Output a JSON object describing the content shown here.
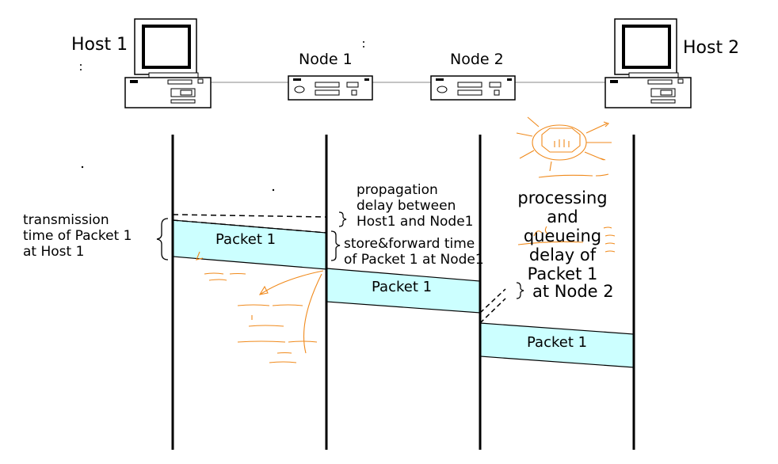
{
  "hosts": {
    "host1": "Host 1",
    "host2": "Host 2"
  },
  "nodes": {
    "node1": "Node 1",
    "node2": "Node 2"
  },
  "packets": {
    "p1": "Packet 1",
    "p2": "Packet 1",
    "p3": "Packet 1"
  },
  "annotations": {
    "transmission": [
      "transmission",
      "time of Packet 1",
      "at Host 1"
    ],
    "propagation": [
      "propagation",
      "delay between",
      "Host1 and Node1"
    ],
    "store_forward": [
      "store&forward time",
      "of Packet 1 at Node1"
    ],
    "processing": [
      "processing",
      "and",
      "queueing",
      "delay of",
      "Packet 1"
    ],
    "at_node2": "at Node 2"
  },
  "colors": {
    "packet_fill": "#ccffff",
    "handwriting": "#f08a1c",
    "line": "#000000"
  }
}
